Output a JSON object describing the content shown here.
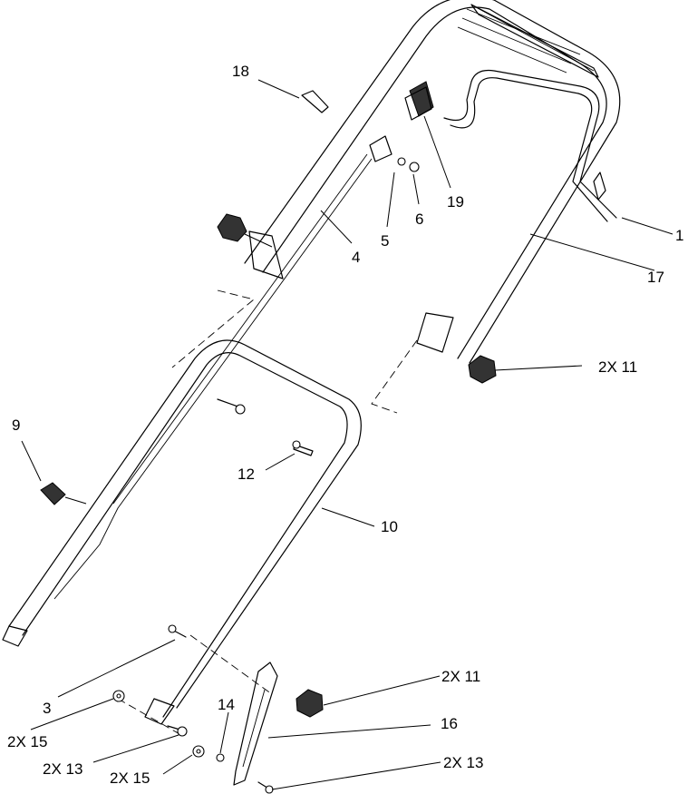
{
  "callouts": {
    "c1": "1",
    "c3": "3",
    "c4": "4",
    "c5": "5",
    "c6": "6",
    "c9": "9",
    "c10": "10",
    "c12": "12",
    "c14": "14",
    "c16": "16",
    "c17": "17",
    "c18": "18",
    "c19": "19",
    "c11_upper": "2X 11",
    "c11_lower": "2X 11",
    "c13_right": "2X 13",
    "c13_left": "2X 13",
    "c15_top": "2X 15",
    "c15_bottom": "2X 15"
  }
}
